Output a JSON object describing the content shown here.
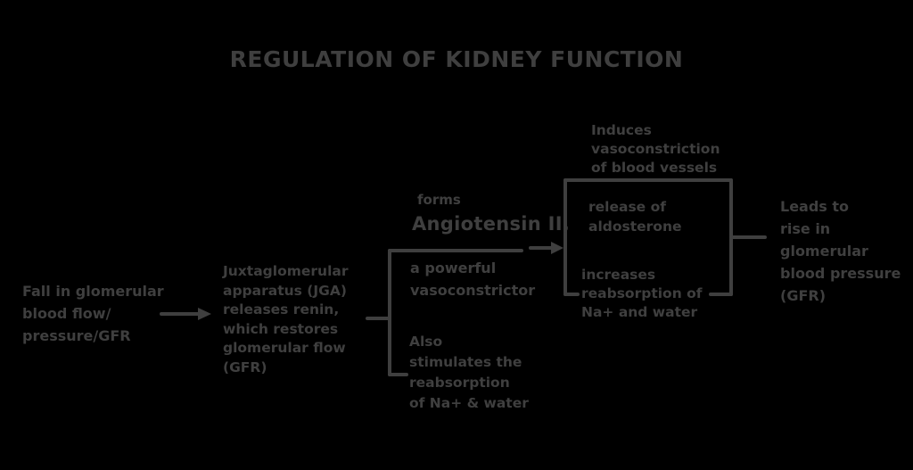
{
  "colors": {
    "background": "#000000",
    "ink": "#3f3f3f"
  },
  "title": "REGULATION OF KIDNEY FUNCTION",
  "nodes": {
    "start": {
      "lines": [
        "Fall in glomerular",
        "blood flow/",
        "pressure/GFR"
      ]
    },
    "jga": {
      "lines": [
        "Juxtaglomerular",
        "apparatus (JGA)",
        "releases renin,",
        "which restores",
        "glomerular flow",
        "(GFR)"
      ]
    },
    "angiotensin": {
      "intro": "forms",
      "emphasis": "Angiotensin II,",
      "lines": [
        "a powerful",
        "vasoconstrictor"
      ]
    },
    "reabsorption_branch": {
      "lines": [
        "Also",
        "stimulates the",
        "reabsorption",
        "of Na+ & water"
      ]
    },
    "effect_vasoconstriction": {
      "lines": [
        "Induces",
        "vasoconstriction",
        "of blood vessels"
      ]
    },
    "effect_aldosterone": {
      "lines": [
        "release of",
        "aldosterone"
      ]
    },
    "effect_reabsorption": {
      "lines": [
        "increases",
        "reabsorption of",
        "Na+ and water"
      ]
    },
    "outcome": {
      "lines": [
        "Leads to",
        "rise in",
        "glomerular",
        "blood pressure",
        "(GFR)"
      ]
    }
  }
}
